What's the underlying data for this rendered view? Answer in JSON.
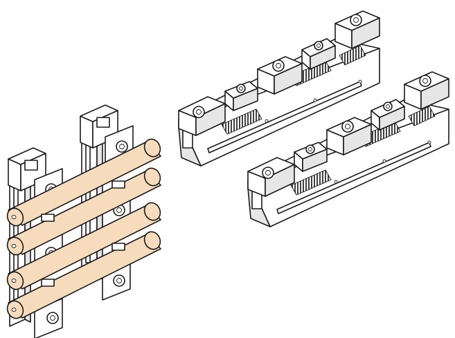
{
  "figure": {
    "background": "#ffffff",
    "line_color": "#1a1a1a",
    "rod_color": "#f6dcbc",
    "face_color": "#ffffff",
    "shade_color": "#e6e6e6",
    "serration_color": "#3a3a3a"
  },
  "groups": [
    {
      "name": "vertical-vise-assembly",
      "rod_count": 4
    },
    {
      "name": "horizontal-vise-rails",
      "rail_count": 2
    }
  ]
}
